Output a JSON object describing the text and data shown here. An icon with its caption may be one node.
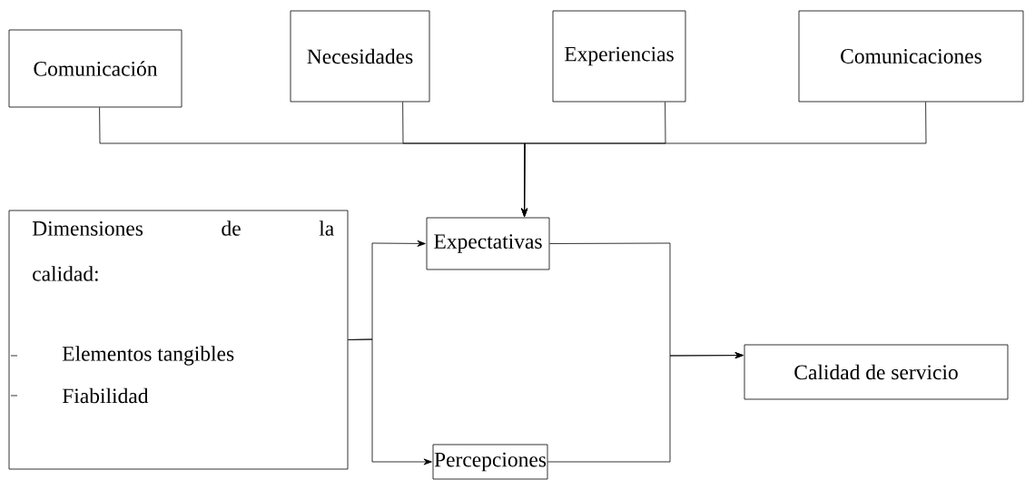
{
  "diagram": {
    "nodes": [
      {
        "text": [
          "Comunicación"
        ]
      },
      {
        "text": [
          "Necesidades"
        ]
      },
      {
        "text": [
          "Experiencias"
        ]
      },
      {
        "text": [
          "Comunicaciones"
        ]
      },
      {
        "text": [
          "Expectativas"
        ]
      },
      {
        "text": [
          "Dimensiones de la calidad:",
          "Elementos tangibles",
          "Fiabilidad"
        ]
      },
      {
        "text": [
          "Percepciones"
        ]
      },
      {
        "text": [
          "Calidad de servicio"
        ]
      }
    ],
    "edges": [
      {
        "from": 0,
        "to": 4,
        "arrow": "to"
      },
      {
        "from": 1,
        "to": 4,
        "arrow": "to"
      },
      {
        "from": 2,
        "to": 4,
        "arrow": "to"
      },
      {
        "from": 3,
        "to": 4,
        "arrow": "to"
      },
      {
        "from": 5,
        "to": 4,
        "arrow": "to"
      },
      {
        "from": 5,
        "to": 6,
        "arrow": "to"
      },
      {
        "from": 4,
        "to": 7,
        "arrow": "to"
      },
      {
        "from": 6,
        "to": 7,
        "arrow": "to"
      }
    ]
  }
}
